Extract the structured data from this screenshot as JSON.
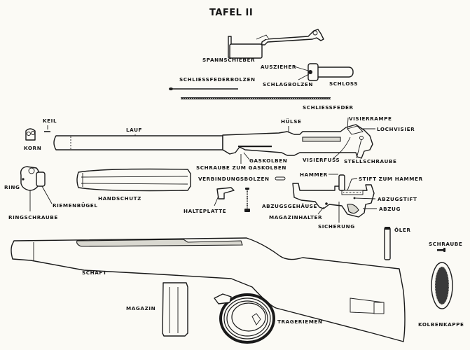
{
  "plate": {
    "title": "TAFEL II",
    "subject": "M1 Carbine exploded view (German parts nomenclature)"
  },
  "labels": {
    "spannschieber": "SPANNSCHIEBER",
    "auszieher": "AUSZIEHER",
    "schlagbolzen": "SCHLAGBOLZEN",
    "schloss": "SCHLOSS",
    "schliessfederbolzen": "SCHLIESSFEDERBOLZEN",
    "schliessfeder": "SCHLIESSFEDER",
    "keil": "KEIL",
    "korn": "KORN",
    "lauf": "LAUF",
    "huelse": "HÜLSE",
    "visierrampe": "VISIERRAMPE",
    "lochvisier": "LOCHVISIER",
    "visierfuss": "VISIERFUSS",
    "stellschraube": "STELLSCHRAUBE",
    "gaskolben": "GASKOLBEN",
    "schraube_zum_gaskolben": "SCHRAUBE ZUM GASKOLBEN",
    "verbindungsbolzen": "VERBINDUNGSBOLZEN",
    "ring": "RING",
    "riemenbuegel": "RIEMENBÜGEL",
    "ringschraube": "RINGSCHRAUBE",
    "handschutz": "HANDSCHUTZ",
    "halteplatte": "HALTEPLATTE",
    "hammer": "HAMMER",
    "stift_zum_hammer": "STIFT ZUM HAMMER",
    "abzugstift": "ABZUGSTIFT",
    "abzug": "ABZUG",
    "abzugsgehaeuse": "ABZUGSGEHÄUSE",
    "magazinhalter": "MAGAZINHALTER",
    "sicherung": "SICHERUNG",
    "oeler": "ÖLER",
    "schraube": "SCHRAUBE",
    "schaft": "SCHAFT",
    "magazin": "MAGAZIN",
    "trageriemen": "TRAGERIEMEN",
    "kolbenkappe": "KOLBENKAPPE"
  },
  "colors": {
    "paper": "#fbfaf5",
    "ink": "#1a1a1a",
    "shade": "#d9d8d0"
  }
}
